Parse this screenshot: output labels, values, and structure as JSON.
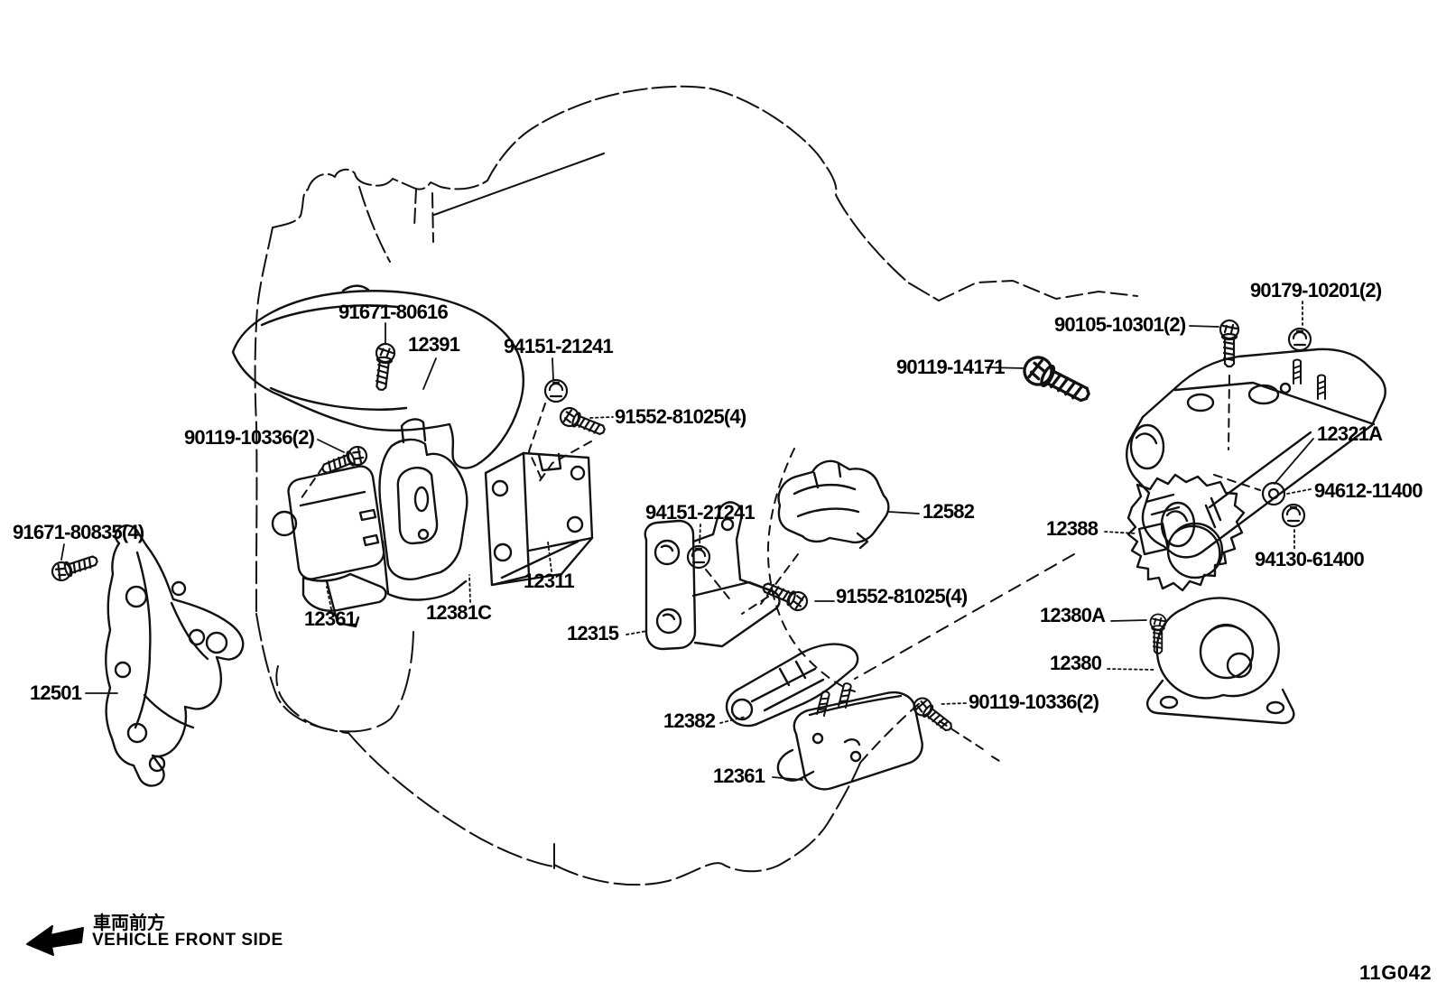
{
  "diagram": {
    "title": "Engine mounting parts diagram",
    "drawing_code": "11G042",
    "front_label_jp": "車両前方",
    "front_label_en": "VEHICLE FRONT SIDE",
    "line_color": "#111111",
    "labels": [
      {
        "id": "l0",
        "text": "91671-80616"
      },
      {
        "id": "l1",
        "text": "12391"
      },
      {
        "id": "l2",
        "text": "94151-21241"
      },
      {
        "id": "l3",
        "text": "91552-81025(4)"
      },
      {
        "id": "l4",
        "text": "90119-10336(2)"
      },
      {
        "id": "l5",
        "text": "91671-80835(4)"
      },
      {
        "id": "l6",
        "text": "12501"
      },
      {
        "id": "l7",
        "text": "12361"
      },
      {
        "id": "l8",
        "text": "12381C"
      },
      {
        "id": "l9",
        "text": "12311"
      },
      {
        "id": "l10",
        "text": "94151-21241"
      },
      {
        "id": "l11",
        "text": "12582"
      },
      {
        "id": "l12",
        "text": "91552-81025(4)"
      },
      {
        "id": "l13",
        "text": "12315"
      },
      {
        "id": "l14",
        "text": "12382"
      },
      {
        "id": "l15",
        "text": "12361"
      },
      {
        "id": "l16",
        "text": "90119-10336(2)"
      },
      {
        "id": "l17",
        "text": "90105-10301(2)"
      },
      {
        "id": "l18",
        "text": "90119-14171"
      },
      {
        "id": "l19",
        "text": "90179-10201(2)"
      },
      {
        "id": "l20",
        "text": "12321A"
      },
      {
        "id": "l21",
        "text": "94612-11400"
      },
      {
        "id": "l22",
        "text": "12388"
      },
      {
        "id": "l23",
        "text": "94130-61400"
      },
      {
        "id": "l24",
        "text": "12380A"
      },
      {
        "id": "l25",
        "text": "12380"
      }
    ]
  }
}
